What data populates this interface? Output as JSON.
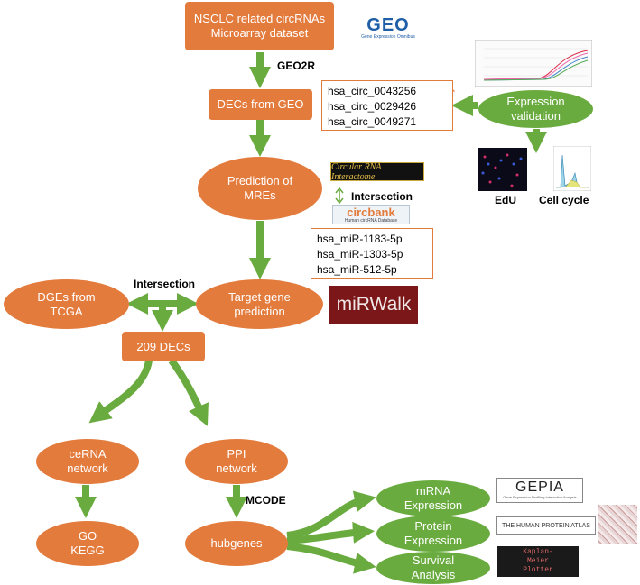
{
  "nodes": {
    "nsclc": {
      "line1": "NSCLC related circRNAs",
      "line2": "Microarray dataset"
    },
    "decs_geo": {
      "label": "DECs from GEO"
    },
    "prediction": {
      "line1": "Prediction of",
      "line2": "MREs"
    },
    "target": {
      "line1": "Target gene",
      "line2": "prediction"
    },
    "dges": {
      "line1": "DGEs from",
      "line2": "TCGA"
    },
    "decs209": {
      "label": "209 DECs"
    },
    "cerna": {
      "line1": "ceRNA",
      "line2": "network"
    },
    "ppi": {
      "line1": "PPI",
      "line2": "network"
    },
    "go": {
      "line1": "GO",
      "line2": "KEGG"
    },
    "hubgenes": {
      "label": "hubgenes"
    },
    "mrna": {
      "line1": "mRNA",
      "line2": "Expression"
    },
    "protein": {
      "line1": "Protein",
      "line2": "Expression"
    },
    "survival": {
      "line1": "Survival",
      "line2": "Analysis"
    },
    "expression_validation": {
      "line1": "Expression",
      "line2": "validation"
    }
  },
  "edge_labels": {
    "geo2r": "GEO2R",
    "intersection_top": "Intersection",
    "intersection_left": "Intersection",
    "mcode": "MCODE",
    "edu": "EdU",
    "cell_cycle": "Cell cycle"
  },
  "circ_list": [
    "hsa_circ_0043256",
    "hsa_circ_0029426",
    "hsa_circ_0049271"
  ],
  "mir_list": [
    "hsa_miR-1183-5p",
    "hsa_miR-1303-5p",
    "hsa_miR-512-5p"
  ],
  "logos": {
    "geo": {
      "text": "GEO",
      "sub": "Gene Expression Omnibus"
    },
    "interactome": {
      "text": "Circular RNA Interactome"
    },
    "circbank": {
      "text": "circbank",
      "sub": "Human circRNA Database"
    },
    "mirwalk": {
      "text": "miRWalk"
    },
    "gepia": {
      "text": "GEPIA",
      "sub": "Gene Expression Profiling Interactive Analysis"
    },
    "hpa": {
      "text": "THE HUMAN PROTEIN ATLAS"
    },
    "km": {
      "line1": "Kaplan-",
      "line2": "Meier",
      "line3": "Plotter"
    }
  },
  "colors": {
    "node": "#e37b3d",
    "arrow": "#6aab3f",
    "oval_green": "#6aab3f"
  }
}
